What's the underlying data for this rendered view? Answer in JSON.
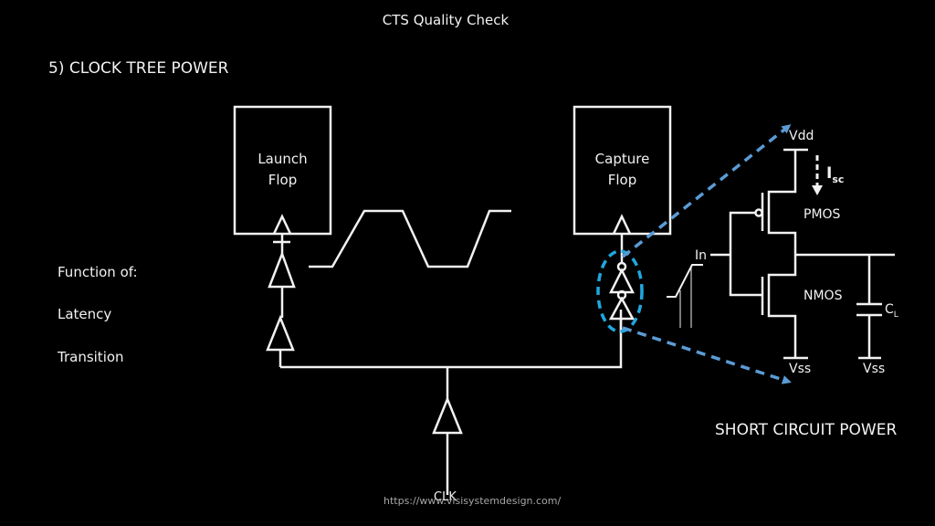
{
  "slide": {
    "title": "CTS Quality Check",
    "section_heading": "5) CLOCK TREE POWER",
    "factors": {
      "heading": "Function of:",
      "items": [
        "Latency",
        "Transition"
      ]
    },
    "launch_flop": {
      "line1": "Launch",
      "line2": "Flop"
    },
    "capture_flop": {
      "line1": "Capture",
      "line2": "Flop"
    },
    "clock_source_label": "CLK",
    "circuit": {
      "supply_label": "Vdd",
      "current_label": "I",
      "current_subscript": "sc",
      "pmos_label": "PMOS",
      "nmos_label": "NMOS",
      "input_label": "In",
      "cap_label": "C",
      "cap_subscript": "L",
      "ground_label_1": "Vss",
      "ground_label_2": "Vss"
    },
    "caption": "SHORT CIRCUIT POWER",
    "watermark": "https://www.vlsisystemdesign.com/",
    "colors": {
      "background": "#000000",
      "foreground": "#f2f2f2",
      "zoom_arrow": "#5b9bd5",
      "highlight_ellipse": "#1fa8e0"
    }
  }
}
